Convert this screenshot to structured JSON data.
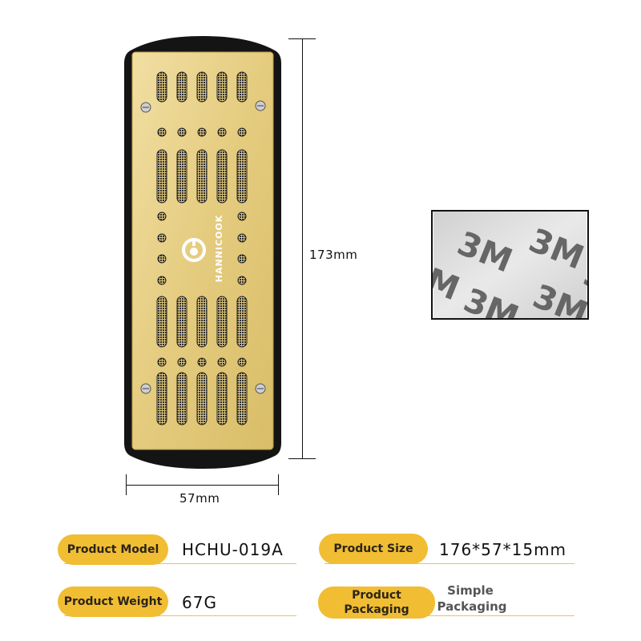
{
  "product": {
    "brand": "HANNICOOK",
    "colors": {
      "body": "#131313",
      "plate": "#e6cf86",
      "mesh": "#3a3a3a"
    }
  },
  "dimensions": {
    "height_label": "173mm",
    "width_label": "57mm"
  },
  "tape": {
    "logo_text": "3M"
  },
  "specs": [
    {
      "label": "Product Model",
      "value": "HCHU-019A"
    },
    {
      "label": "Product Size",
      "value": "176*57*15mm"
    },
    {
      "label": "Product Weight",
      "value": "67G"
    },
    {
      "label": "Product Packaging",
      "label_lines": [
        "Product",
        "Packaging"
      ],
      "value_lines": [
        "Simple",
        "Packaging"
      ]
    }
  ],
  "accent": "#f1bd33"
}
